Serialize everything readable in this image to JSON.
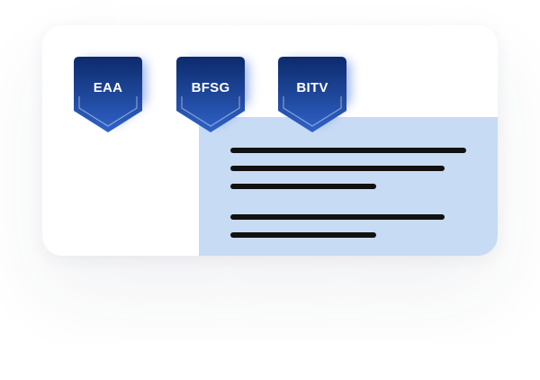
{
  "badges": [
    {
      "label": "EAA"
    },
    {
      "label": "BFSG"
    },
    {
      "label": "BITV"
    }
  ],
  "colors": {
    "badge_top": "#0d2a6b",
    "badge_bottom": "#2f63c9",
    "panel": "#c8dbf4",
    "lines": "#111111"
  }
}
